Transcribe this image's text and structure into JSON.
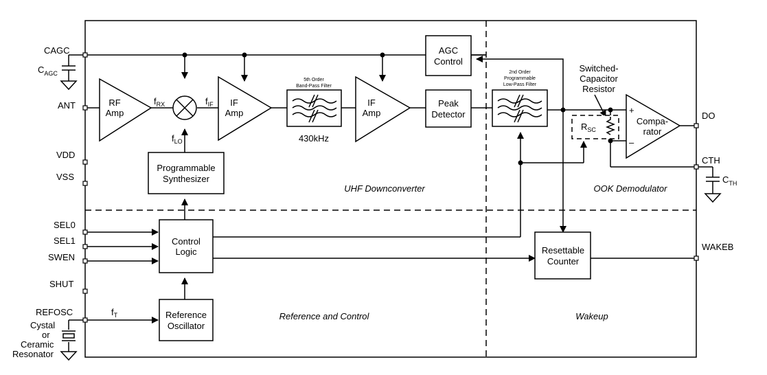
{
  "pins": {
    "cagc": "CAGC",
    "cagc_cap_main": "C",
    "cagc_cap_sub": "AGC",
    "ant": "ANT",
    "vdd": "VDD",
    "vss": "VSS",
    "sel0": "SEL0",
    "sel1": "SEL1",
    "swen": "SWEN",
    "shut": "SHUT",
    "refosc": "REFOSC",
    "crystal_1": "Cystal",
    "crystal_2": "or",
    "crystal_3": "Ceramic",
    "crystal_4": "Resonator",
    "do": "DO",
    "cth": "CTH",
    "cth_cap_main": "C",
    "cth_cap_sub": "TH",
    "wakeb": "WAKEB"
  },
  "blocks": {
    "rf_amp": [
      "RF",
      "Amp"
    ],
    "if_amp_1": [
      "IF",
      "Amp"
    ],
    "if_amp_2": [
      "IF",
      "Amp"
    ],
    "bpf_title": [
      "5th Order",
      "Band-Pass Filter"
    ],
    "bpf_freq": "430kHz",
    "agc_control": [
      "AGC",
      "Control"
    ],
    "peak_detector": [
      "Peak",
      "Detector"
    ],
    "lpf_title": [
      "2nd Order",
      "Programmable",
      "Low-Pass Filter"
    ],
    "switched_cap": [
      "Switched-",
      "Capacitor",
      "Resistor"
    ],
    "rsc_main": "R",
    "rsc_sub": "SC",
    "comparator": [
      "Compa-",
      "rator"
    ],
    "comp_plus": "+",
    "comp_minus": "–",
    "synth": [
      "Programmable",
      "Synthesizer"
    ],
    "control_logic": [
      "Control",
      "Logic"
    ],
    "ref_osc": [
      "Reference",
      "Oscillator"
    ],
    "counter": [
      "Resettable",
      "Counter"
    ]
  },
  "signals": {
    "frx_main": "f",
    "frx_sub": "RX",
    "fif_main": "f",
    "fif_sub": "IF",
    "flo_main": "f",
    "flo_sub": "LO",
    "ft_main": "f",
    "ft_sub": "T"
  },
  "regions": {
    "uhf": "UHF Downconverter",
    "ook": "OOK Demodulator",
    "refctl": "Reference and Control",
    "wakeup": "Wakeup"
  }
}
